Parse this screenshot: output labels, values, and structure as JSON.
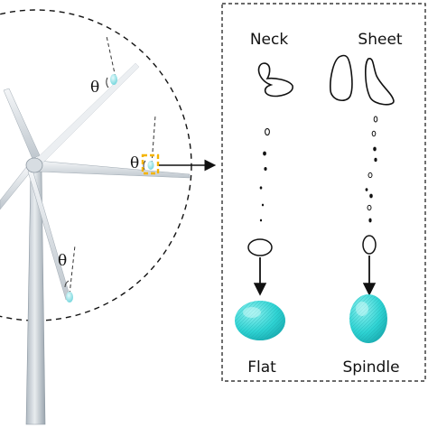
{
  "left_panel": {
    "angle_symbol": "θ"
  },
  "right_panel": {
    "column_titles": [
      "Neck",
      "Sheet"
    ],
    "result_labels": [
      "Flat",
      "Spindle"
    ]
  },
  "colors": {
    "droplet": "#2ed3d3",
    "droplet_light": "#9fe8ea",
    "highlight": "#f4b400",
    "tower": "#cfd6dc",
    "blade": "#e2e6ea"
  },
  "icons": [
    "droplet-icon",
    "arrow-icon"
  ]
}
